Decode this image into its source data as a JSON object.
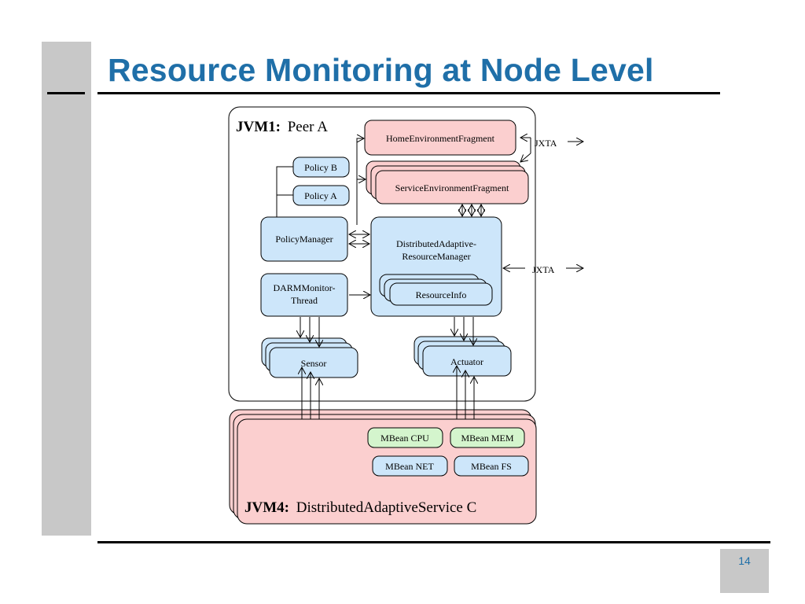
{
  "slide": {
    "title": "Resource Monitoring at Node Level",
    "page_number": "14"
  },
  "diagram": {
    "jvm1": {
      "prefix": "JVM1:",
      "name": "Peer A"
    },
    "jvm4": {
      "prefix": "JVM4:",
      "name": "DistributedAdaptiveService C"
    },
    "home_fragment": "HomeEnvironmentFragment",
    "service_fragment": "ServiceEnvironmentFragment",
    "policy_b": "Policy B",
    "policy_a": "Policy A",
    "policy_manager": "PolicyManager",
    "darm_line1": "DistributedAdaptive-",
    "darm_line2": "ResourceManager",
    "monitor_line1": "DARMMonitor-",
    "monitor_line2": "Thread",
    "resource_info": "ResourceInfo",
    "sensor": "Sensor",
    "actuator": "Actuator",
    "mbean_cpu": "MBean CPU",
    "mbean_mem": "MBean MEM",
    "mbean_net": "MBean NET",
    "mbean_fs": "MBean FS",
    "jxta_top": "JXTA",
    "jxta_mid": "JXTA"
  },
  "colors": {
    "title_blue": "#1f6fa8",
    "box_blue": "#cde6fa",
    "box_pink": "#fbcfcf",
    "box_green": "#d4f5cd",
    "slide_gray": "#c8c8c8"
  }
}
